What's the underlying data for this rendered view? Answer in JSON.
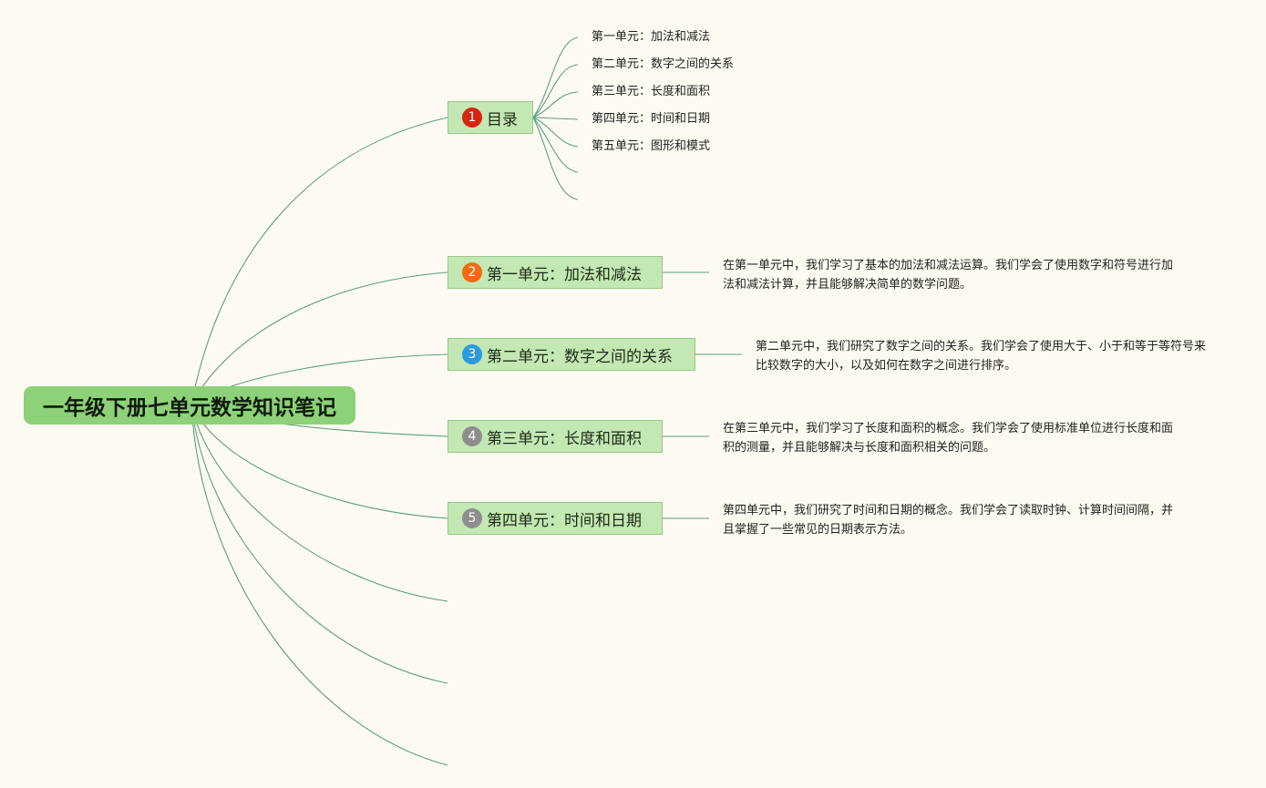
{
  "root": {
    "title": "一年级下册七单元数学知识笔记"
  },
  "branches": [
    {
      "badge": "1",
      "badge_color": "#d92412",
      "label": "目录",
      "children": [
        "第一单元：加法和减法",
        "第二单元：数字之间的关系",
        "第三单元：长度和面积",
        "第四单元：时间和日期",
        "第五单元：图形和模式"
      ]
    },
    {
      "badge": "2",
      "badge_color": "#ee6c12",
      "label": "第一单元：加法和减法",
      "note": "在第一单元中，我们学习了基本的加法和减法运算。我们学会了使用数字和符号进行加法和减法计算，并且能够解决简单的数学问题。"
    },
    {
      "badge": "3",
      "badge_color": "#2b9be0",
      "label": "第二单元：数字之间的关系",
      "note": "第二单元中，我们研究了数字之间的关系。我们学会了使用大于、小于和等于等符号来比较数字的大小，以及如何在数字之间进行排序。"
    },
    {
      "badge": "4",
      "badge_color": "#8d8d8d",
      "label": "第三单元：长度和面积",
      "note": "在第三单元中，我们学习了长度和面积的概念。我们学会了使用标准单位进行长度和面积的测量，并且能够解决与长度和面积相关的问题。"
    },
    {
      "badge": "5",
      "badge_color": "#8d8d8d",
      "label": "第四单元：时间和日期",
      "note": "第四单元中，我们研究了时间和日期的概念。我们学会了读取时钟、计算时间间隔，并且掌握了一些常见的日期表示方法。"
    }
  ],
  "colors": {
    "background": "#fdfbf1",
    "root_fill": "#8dd178",
    "branch_fill": "#c3e8b3",
    "connector": "#5b9e82"
  }
}
